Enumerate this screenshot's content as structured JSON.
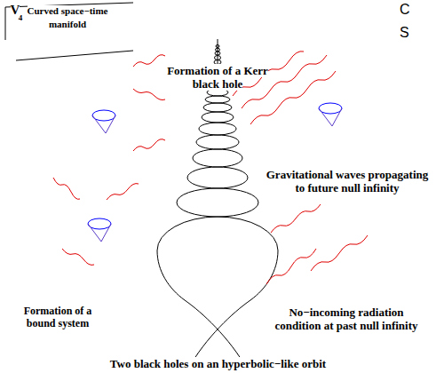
{
  "diagram": {
    "labels": [
      "V",
      "4",
      "Curved space−time manifold",
      "Formation of a Kerr black hole",
      "Gravitational waves propagating to future null infinity",
      "Formation of a bound system",
      "No−incoming radiation condition at past null infinity",
      "Two black holes on an hyperbolic−like orbit",
      "C",
      "S"
    ]
  }
}
